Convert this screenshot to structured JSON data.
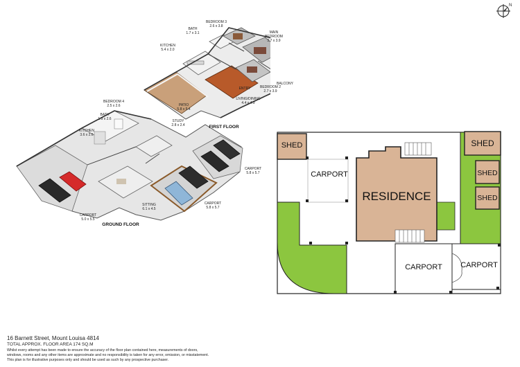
{
  "compass": {
    "label": "N",
    "icon": "compass-icon"
  },
  "first_floor": {
    "title": "FIRST FLOOR",
    "rooms": [
      {
        "name": "BEDROOM 3",
        "dims": "2.6 x 3.8"
      },
      {
        "name": "BATH",
        "dims": "1.7 x 3.1"
      },
      {
        "name": "MAIN BEDROOM",
        "name2": "",
        "dims": "3.7 x 3.9"
      },
      {
        "name": "KITCHEN",
        "dims": "5.4 x 2.0"
      },
      {
        "name": "BALCONY",
        "dims": ""
      },
      {
        "name": "ENTRY",
        "dims": ""
      },
      {
        "name": "BEDROOM 2",
        "dims": "2.7 x 3.9"
      },
      {
        "name": "LIVING/DINING",
        "dims": "4.4 x 4.9"
      },
      {
        "name": "PATIO",
        "dims": "5.8 x 5.4"
      }
    ]
  },
  "ground_floor": {
    "title": "GROUND FLOOR",
    "rooms": [
      {
        "name": "BEDROOM 4",
        "dims": "2.5 x 2.6"
      },
      {
        "name": "BATH",
        "dims": "1.9 x 2.6"
      },
      {
        "name": "KITCHEN",
        "dims": "3.6 x 2.6"
      },
      {
        "name": "STUDY",
        "dims": "2.8 x 2.4"
      },
      {
        "name": "CARPORT",
        "dims": "5.8 x 5.7"
      },
      {
        "name": "SITTING",
        "dims": "6.1 x 4.5"
      },
      {
        "name": "CARPORT",
        "dims": "5.8 x 5.7"
      },
      {
        "name": "CARPORT",
        "dims": "5.0 x 5.5"
      }
    ]
  },
  "site_plan": {
    "labels": {
      "shed_1": "SHED",
      "shed_2": "SHED",
      "shed_3": "SHED",
      "shed_4": "SHED",
      "carport_1": "CARPORT",
      "carport_2": "CARPORT",
      "carport_3": "CARPORT",
      "residence": "RESIDENCE"
    },
    "colors": {
      "lawn": "#8cc63f",
      "building": "#d9b496",
      "outline": "#222222",
      "paving": "#ffffff"
    }
  },
  "footer": {
    "address": "16 Barnett Street, Mount Louisa 4814",
    "area": "TOTAL APPROX. FLOOR AREA 174 SQ.M",
    "disclaimer_1": "Whilst every attempt has been made to ensure the accuracy of the floor plan contained here, measurements of doors,",
    "disclaimer_2": "windows, rooms and any other items are approximate and no responsibility is taken for any error, omission, or misstatement.",
    "disclaimer_3": "This plan is for illustrative purposes only and should be used as such by any prospective purchaser."
  }
}
